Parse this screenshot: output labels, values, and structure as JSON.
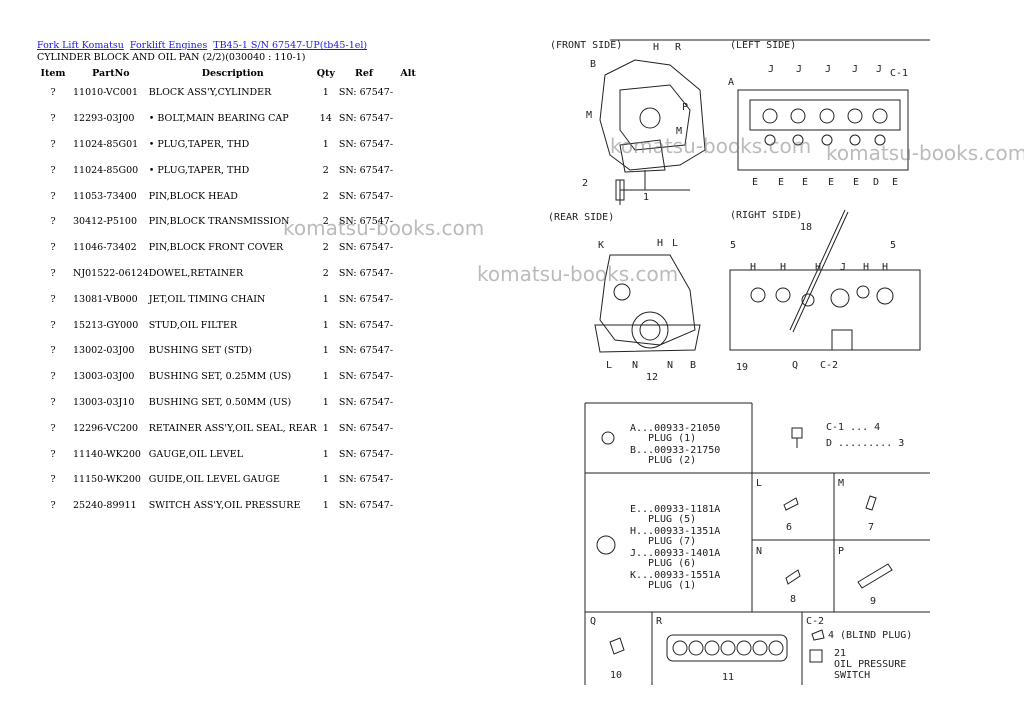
{
  "breadcrumb": {
    "links": [
      "Fork Lift Komatsu",
      "Forklift Engines",
      "TB45-1 S/N 67547-UP(tb45-1el)"
    ]
  },
  "subtitle": "CYLINDER BLOCK AND OIL PAN (2/2)(030040 : 110-1)",
  "table": {
    "headers": [
      "Item",
      "PartNo",
      "Description",
      "Qty",
      "Ref",
      "Alt"
    ],
    "rows": [
      {
        "item": "?",
        "part": "11010-VC001",
        "desc": "BLOCK ASS'Y,CYLINDER",
        "qty": "1",
        "ref": "SN: 67547-",
        "alt": ""
      },
      {
        "item": "?",
        "part": "12293-03J00",
        "desc": "• BOLT,MAIN BEARING CAP",
        "qty": "14",
        "ref": "SN: 67547-",
        "alt": ""
      },
      {
        "item": "?",
        "part": "11024-85G01",
        "desc": "• PLUG,TAPER, THD",
        "qty": "1",
        "ref": "SN: 67547-",
        "alt": ""
      },
      {
        "item": "?",
        "part": "11024-85G00",
        "desc": "• PLUG,TAPER, THD",
        "qty": "2",
        "ref": "SN: 67547-",
        "alt": ""
      },
      {
        "item": "?",
        "part": "11053-73400",
        "desc": "PIN,BLOCK HEAD",
        "qty": "2",
        "ref": "SN: 67547-",
        "alt": ""
      },
      {
        "item": "?",
        "part": "30412-P5100",
        "desc": "PIN,BLOCK TRANSMISSION",
        "qty": "2",
        "ref": "SN: 67547-",
        "alt": ""
      },
      {
        "item": "?",
        "part": "11046-73402",
        "desc": "PIN,BLOCK FRONT COVER",
        "qty": "2",
        "ref": "SN: 67547-",
        "alt": ""
      },
      {
        "item": "?",
        "part": "NJ01522-06124",
        "desc": "DOWEL,RETAINER",
        "qty": "2",
        "ref": "SN: 67547-",
        "alt": ""
      },
      {
        "item": "?",
        "part": "13081-VB000",
        "desc": "JET,OIL TIMING CHAIN",
        "qty": "1",
        "ref": "SN: 67547-",
        "alt": ""
      },
      {
        "item": "?",
        "part": "15213-GY000",
        "desc": "STUD,OIL FILTER",
        "qty": "1",
        "ref": "SN: 67547-",
        "alt": ""
      },
      {
        "item": "?",
        "part": "13002-03J00",
        "desc": "BUSHING SET (STD)",
        "qty": "1",
        "ref": "SN: 67547-",
        "alt": ""
      },
      {
        "item": "?",
        "part": "13003-03J00",
        "desc": "BUSHING SET, 0.25MM (US)",
        "qty": "1",
        "ref": "SN: 67547-",
        "alt": ""
      },
      {
        "item": "?",
        "part": "13003-03J10",
        "desc": "BUSHING SET, 0.50MM (US)",
        "qty": "1",
        "ref": "SN: 67547-",
        "alt": ""
      },
      {
        "item": "?",
        "part": "12296-VC200",
        "desc": "RETAINER ASS'Y,OIL SEAL, REAR",
        "qty": "1",
        "ref": "SN: 67547-",
        "alt": ""
      },
      {
        "item": "?",
        "part": "11140-WK200",
        "desc": "GAUGE,OIL LEVEL",
        "qty": "1",
        "ref": "SN: 67547-",
        "alt": ""
      },
      {
        "item": "?",
        "part": "11150-WK200",
        "desc": "GUIDE,OIL LEVEL GAUGE",
        "qty": "1",
        "ref": "SN: 67547-",
        "alt": ""
      },
      {
        "item": "?",
        "part": "25240-89911",
        "desc": "SWITCH ASS'Y,OIL PRESSURE",
        "qty": "1",
        "ref": "SN: 67547-",
        "alt": ""
      }
    ]
  },
  "diagram": {
    "views": {
      "front": "(FRONT SIDE)",
      "left": "(LEFT SIDE)",
      "rear": "(REAR SIDE)",
      "right": "(RIGHT SIDE)"
    },
    "callouts": {
      "front": [
        "H",
        "R",
        "B",
        "M",
        "P",
        "M",
        "2",
        "1"
      ],
      "left": [
        "J",
        "J",
        "J",
        "J",
        "J",
        "C-1",
        "A",
        "E",
        "E",
        "E",
        "E",
        "E",
        "D",
        "E"
      ],
      "rear": [
        "K",
        "H",
        "L",
        "L",
        "N",
        "12",
        "N",
        "B"
      ],
      "right": [
        "18",
        "5",
        "5",
        "H",
        "H",
        "H",
        "J",
        "H",
        "H",
        "19",
        "Q",
        "C-2"
      ]
    },
    "legend": {
      "ab": [
        "A...00933-21050",
        "PLUG (1)",
        "B...00933-21750",
        "PLUG (2)"
      ],
      "cd": [
        "C-1 ... 4",
        "D ......... 3"
      ],
      "ehjk": [
        "E...00933-1181A",
        "PLUG (5)",
        "H...00933-1351A",
        "PLUG (7)",
        "J...00933-1401A",
        "PLUG (6)",
        "K...00933-1551A",
        "PLUG (1)"
      ],
      "cells": {
        "L": "6",
        "M": "7",
        "N": "8",
        "P": "9",
        "Q": "10",
        "R": "11"
      },
      "c2": [
        "C-2",
        "4 (BLIND PLUG)",
        "21",
        "OIL PRESSURE",
        "SWITCH"
      ]
    }
  },
  "watermarks": [
    "komatsu-books.com",
    "komatsu-books.com",
    "komatsu-books.com",
    "komatsu-books.com"
  ]
}
